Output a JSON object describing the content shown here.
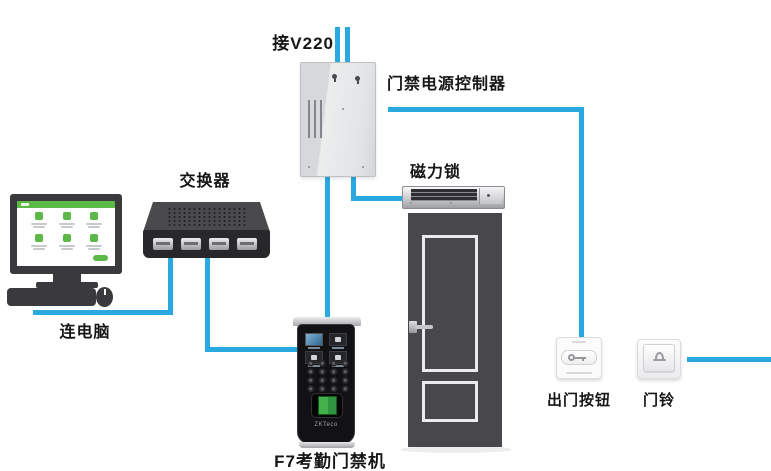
{
  "labels": {
    "power_input": "接V220",
    "power_controller": "门禁电源控制器",
    "network_switch": "交换器",
    "maglock": "磁力锁",
    "computer": "连电脑",
    "f7_terminal": "F7考勤门禁机",
    "exit_button": "出门按钮",
    "doorbell": "门铃"
  },
  "f7": {
    "brand": "ZKTeco"
  },
  "colors": {
    "wire": "#29a9e0",
    "device_dark": "#3a3a3d",
    "door": "#48484c",
    "screen_green": "#5cb847",
    "controller_box": "#e3e4e7"
  },
  "icons": {
    "exit_button": "key-icon",
    "doorbell": "bell-icon",
    "f7_sensor": "fingerprint-scanner-icon"
  },
  "connections": [
    {
      "from": "mains_v220",
      "to": "power_controller"
    },
    {
      "from": "power_controller",
      "to": "exit_button"
    },
    {
      "from": "power_controller",
      "to": "maglock"
    },
    {
      "from": "power_controller",
      "to": "f7_terminal"
    },
    {
      "from": "network_switch",
      "to": "computer"
    },
    {
      "from": "network_switch",
      "to": "f7_terminal"
    },
    {
      "from": "doorbell",
      "to": "off_canvas_right"
    }
  ]
}
